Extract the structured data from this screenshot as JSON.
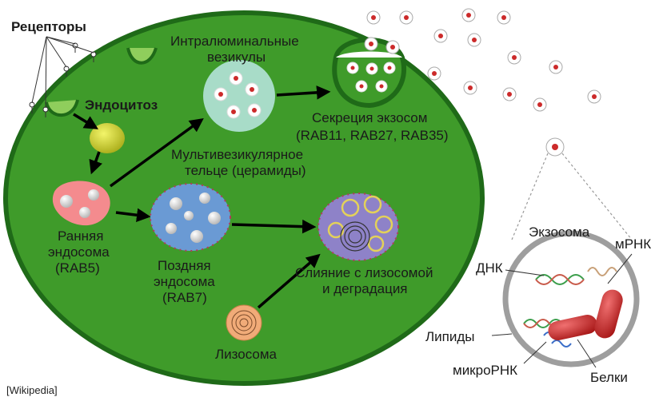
{
  "labels": {
    "receptors": "Рецепторы",
    "endocytosis": "Эндоцитоз",
    "intraluminal_1": "Интралюминальные",
    "intraluminal_2": "везикулы",
    "exo_secretion_1": "Секреция экзосом",
    "exo_secretion_2": "(RAB11, RAB27, RAB35)",
    "mvb_1": "Мультивезикулярное",
    "mvb_2": "тельце (церамиды)",
    "early_1": "Ранняя",
    "early_2": "эндосома",
    "early_3": "(RAB5)",
    "late_1": "Поздняя",
    "late_2": "эндосома",
    "late_3": "(RAB7)",
    "fusion_1": "Слияние с лизосомой",
    "fusion_2": "и деградация",
    "lysosome": "Лизосома",
    "exosome": "Экзосома",
    "mrna": "мРНК",
    "dna": "ДНК",
    "lipids": "Липиды",
    "microrna": "микроРНК",
    "proteins": "Белки"
  },
  "credit": "[Wikipedia]",
  "colors": {
    "cell_fill": "#3f9b2a",
    "cell_border": "#1f6a18",
    "early_endosome": "#f48b8e",
    "late_endosome": "#6a9ad4",
    "mvb": "#a8dcc8",
    "fusion": "#8e82c8",
    "lysosome": "#f1ab78",
    "vesicle_yellow": "#c3c62a",
    "protein_red": "#cc2a2a"
  }
}
